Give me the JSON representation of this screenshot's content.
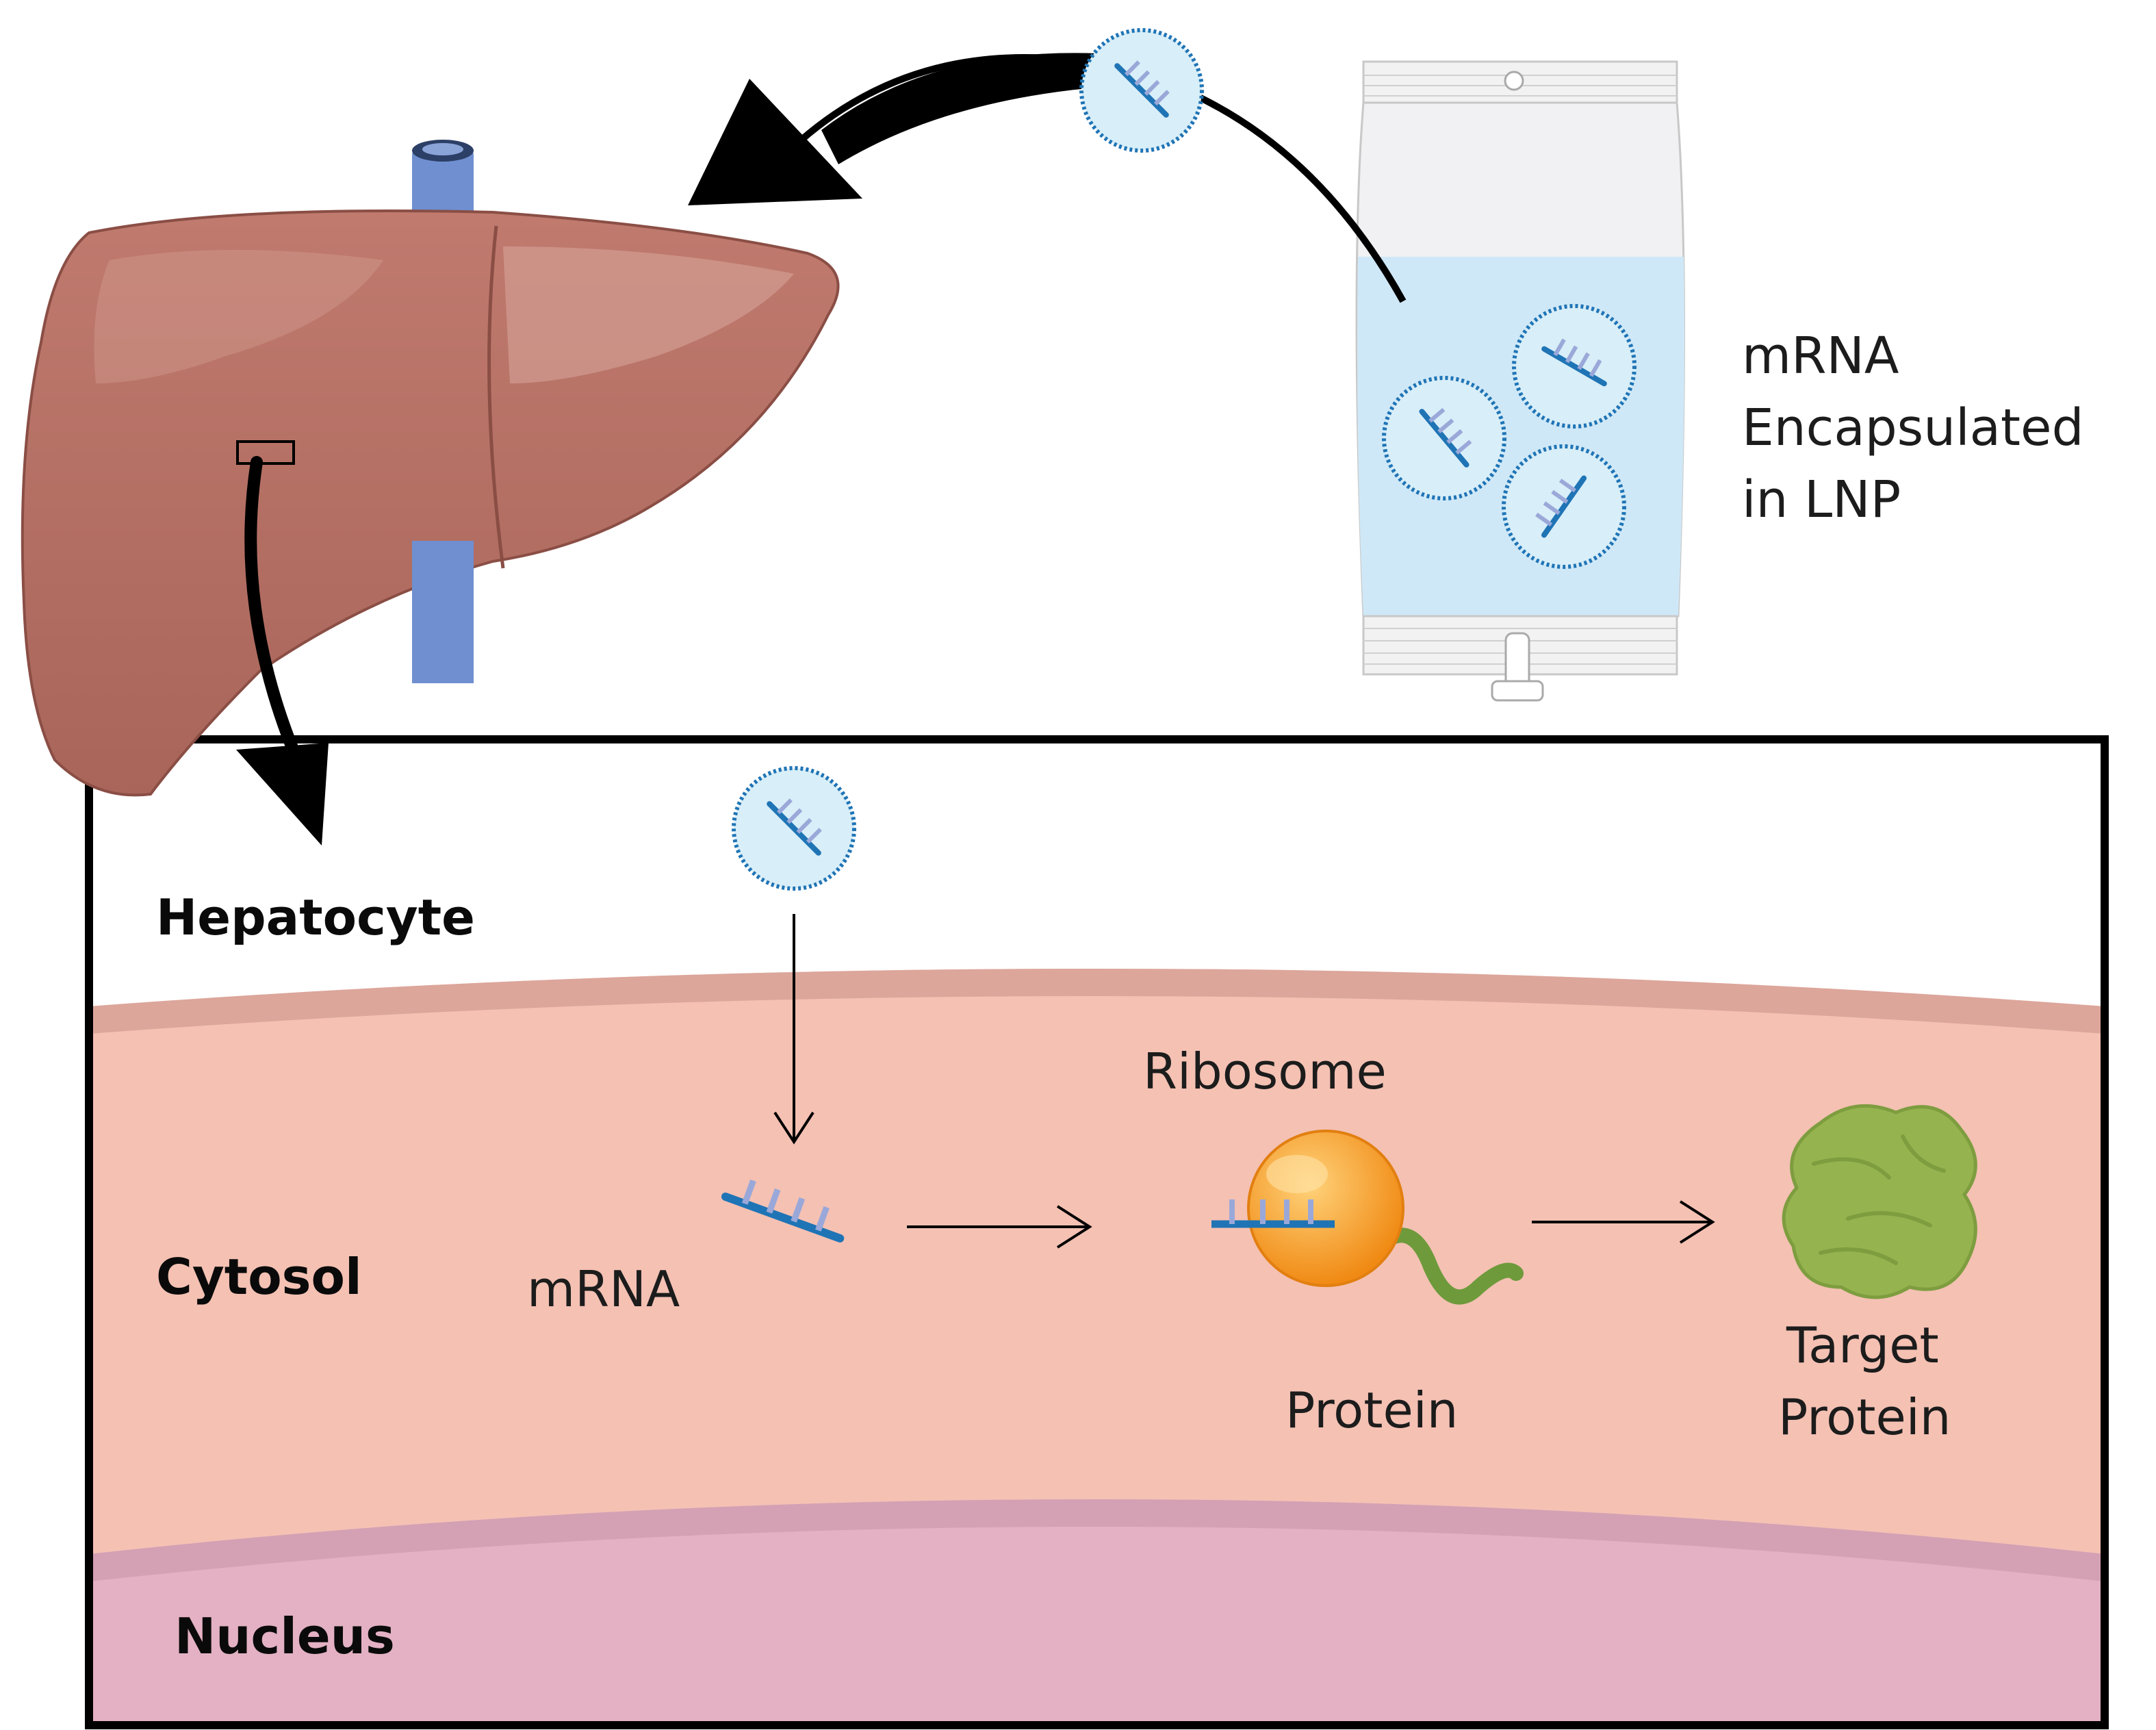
{
  "labels": {
    "mrna_lnp_line1": "mRNA",
    "mrna_lnp_line2": "Encapsulated",
    "mrna_lnp_line3": "in LNP",
    "hepatocyte": "Hepatocyte",
    "cytosol": "Cytosol",
    "nucleus": "Nucleus",
    "mrna": "mRNA",
    "ribosome": "Ribosome",
    "protein": "Protein",
    "target_line1": "Target",
    "target_line2": "Protein"
  },
  "colors": {
    "liver": "#b06b5f",
    "liver_highlight": "#d9a79c",
    "vessel": "#6f8fd0",
    "bag_fluid": "#cfe8f7",
    "lnp_fill": "#d8eef8",
    "lnp_border": "#1f74b5",
    "mrna_strand": "#1f74b5",
    "mrna_bases": "#9aa8d9",
    "membrane": "#dca69b",
    "cytosol": "#f4c1b3",
    "nucleus_membrane": "#d4a0b4",
    "nucleus": "#e3b1c3",
    "ribosome": "#f59a22",
    "protein_chain": "#6e9a3b",
    "target_protein": "#95b44f",
    "arrow": "#000000"
  }
}
